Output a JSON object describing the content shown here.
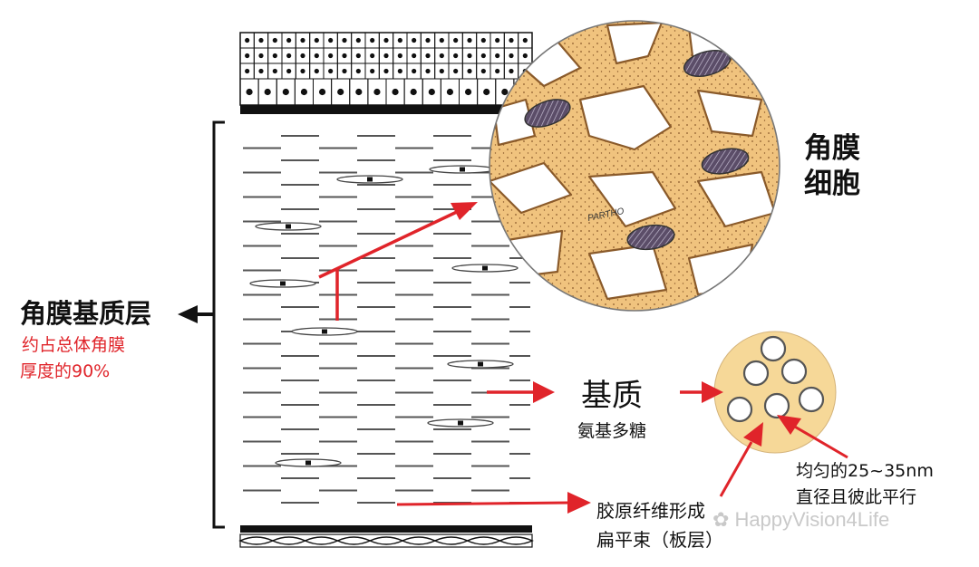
{
  "labels": {
    "stroma_title": "角膜基质层",
    "stroma_subtitle_line1": "约占总体角膜",
    "stroma_subtitle_line2": "厚度的90%",
    "keratocyte_line1": "角膜",
    "keratocyte_line2": "细胞",
    "matrix": "基质",
    "matrix_sub": "氨基多糖",
    "diameter_line1": "均匀的25~35nm",
    "diameter_line2": "直径且彼此平行",
    "fibril_line1": "胶原纤维形成",
    "fibril_line2": "扁平束（板层）",
    "artist_signature": "PARTHO"
  },
  "watermark": {
    "text": "HappyVision4Life",
    "icon": "wechat-logo-icon"
  },
  "colors": {
    "arrow_red": "#e0242a",
    "cell_tan": "#f0c37e",
    "nucleus": "#4a3f55",
    "matrix_disc": "#f6d898",
    "line_gray": "#555555",
    "text_black": "#111111"
  }
}
